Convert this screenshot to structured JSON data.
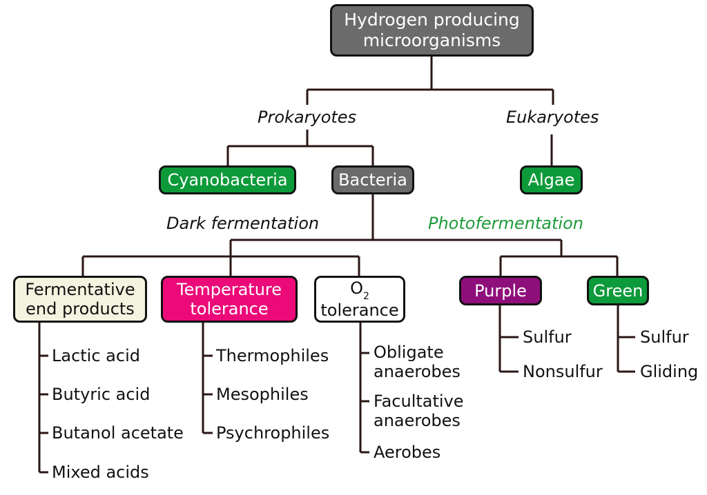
{
  "colors": {
    "root": "#6b6b6b",
    "bacteria": "#6b6b6b",
    "green": "#0d9a3a",
    "temperature": "#ec0a78",
    "purple": "#8e0f7a",
    "fermentative": "#f4f3e0",
    "white": "#ffffff",
    "photofermentation": "#1f9a3a",
    "line": "#2a1515"
  },
  "root": {
    "line1": "Hydrogen producing",
    "line2": "microorganisms"
  },
  "branches": {
    "prokaryotes": "Prokaryotes",
    "eukaryotes": "Eukaryotes",
    "dark_fermentation": "Dark fermentation",
    "photofermentation": "Photofermentation"
  },
  "nodes": {
    "cyanobacteria": "Cyanobacteria",
    "bacteria": "Bacteria",
    "algae": "Algae",
    "fermentative": {
      "line1": "Fermentative",
      "line2": "end products"
    },
    "temperature": {
      "line1": "Temperature",
      "line2": "tolerance"
    },
    "o2": {
      "o": "O",
      "sub": "2",
      "line2": "tolerance"
    },
    "purple": "Purple",
    "green": "Green"
  },
  "leaves": {
    "fermentative": [
      "Lactic acid",
      "Butyric acid",
      "Butanol acetate",
      "Mixed acids"
    ],
    "temperature": [
      "Thermophiles",
      "Mesophiles",
      "Psychrophiles"
    ],
    "o2": [
      {
        "line1": "Obligate",
        "line2": "anaerobes"
      },
      {
        "line1": "Facultative",
        "line2": "anaerobes"
      },
      {
        "line1": "Aerobes",
        "line2": ""
      }
    ],
    "purple": [
      "Sulfur",
      "Nonsulfur"
    ],
    "green": [
      "Sulfur",
      "Gliding"
    ]
  },
  "icons": []
}
